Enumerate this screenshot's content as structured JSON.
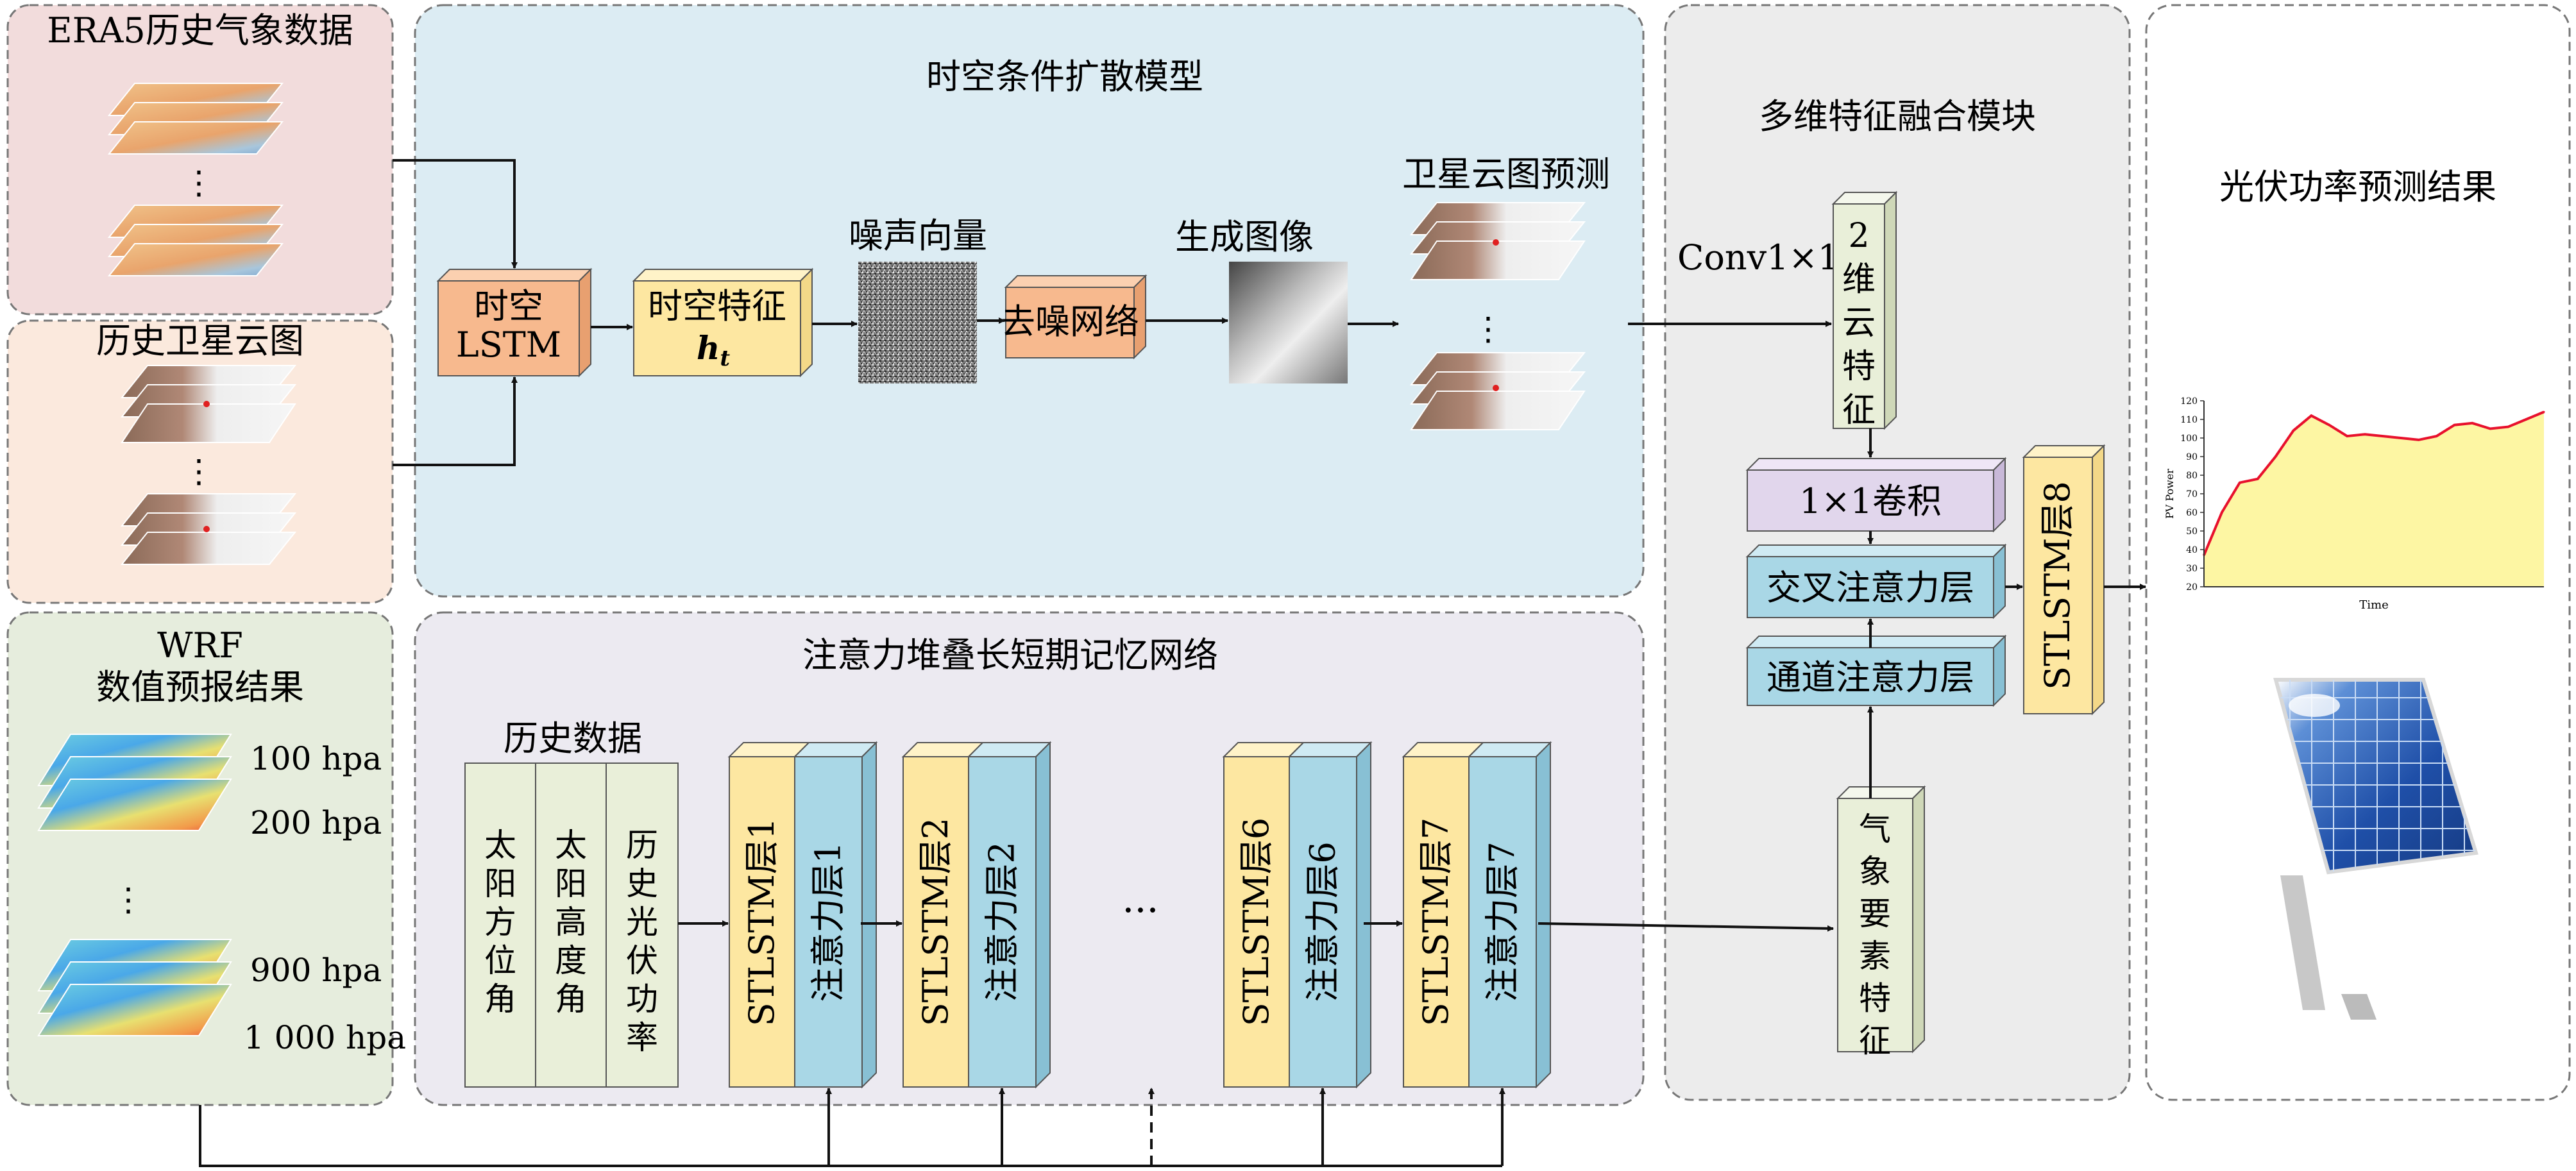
{
  "panels": {
    "era5_title": "ERA5历史气象数据",
    "satellite_title": "历史卫星云图",
    "wrf_title_1": "WRF",
    "wrf_title_2": "数值预报结果",
    "diffusion_title": "时空条件扩散模型",
    "lstm_net_title": "注意力堆叠长短期记忆网络",
    "fusion_title": "多维特征融合模块",
    "result_title": "光伏功率预测结果"
  },
  "wrf_levels": [
    "100 hpa",
    "200 hpa",
    "900 hpa",
    "1 000 hpa"
  ],
  "diffusion": {
    "st_lstm_line1": "时空",
    "st_lstm_line2": "LSTM",
    "st_feature": "时空特征",
    "st_feature_symbol": "h",
    "st_feature_sub": "t",
    "noise_label": "噪声向量",
    "denoise_label": "去噪网络",
    "generate_label": "生成图像",
    "forecast_label": "卫星云图预测"
  },
  "history": {
    "title": "历史数据",
    "columns": [
      "太阳方位角",
      "太阳高度角",
      "历史光伏功率"
    ]
  },
  "stack_layers": [
    {
      "st": "STLSTM层1",
      "att": "注意力层1"
    },
    {
      "st": "STLSTM层2",
      "att": "注意力层2"
    },
    {
      "st": "STLSTM层6",
      "att": "注意力层6"
    },
    {
      "st": "STLSTM层7",
      "att": "注意力层7"
    }
  ],
  "ellipsis": "···",
  "fusion": {
    "conv_label": "Conv1×1",
    "cloud_feature": "2维云特征",
    "conv_block": "1×1卷积",
    "cross_attention": "交叉注意力层",
    "channel_attention": "通道注意力层",
    "stlstm8": "STLSTM层8",
    "weather_feature": "气象要素特征"
  },
  "chart_data": {
    "type": "area",
    "xlabel": "Time",
    "ylabel": "PV Power",
    "ylim": [
      20,
      120
    ],
    "yticks": [
      20,
      30,
      40,
      50,
      60,
      70,
      80,
      90,
      100,
      110,
      120
    ],
    "values": [
      37,
      60,
      76,
      78,
      90,
      104,
      112,
      107,
      101,
      102,
      101,
      100,
      99,
      101,
      107,
      108,
      105,
      106,
      110,
      114
    ],
    "fill_color": "#fdf6a3",
    "line_color": "#e8112d",
    "grid": false
  },
  "colors": {
    "era5_bg": "#f2dcdc",
    "satellite_bg": "#fbe9dd",
    "wrf_bg": "#e6eddd",
    "diffusion_bg": "#dcecf3",
    "lstm_net_bg": "#eceaf1",
    "fusion_bg": "#ececec",
    "orange_block": "#f7b98e",
    "yellow_block": "#fde7a1",
    "blue_block": "#a9d7e6",
    "purple_block": "#e1d6ec",
    "green_block": "#e9efd9"
  }
}
